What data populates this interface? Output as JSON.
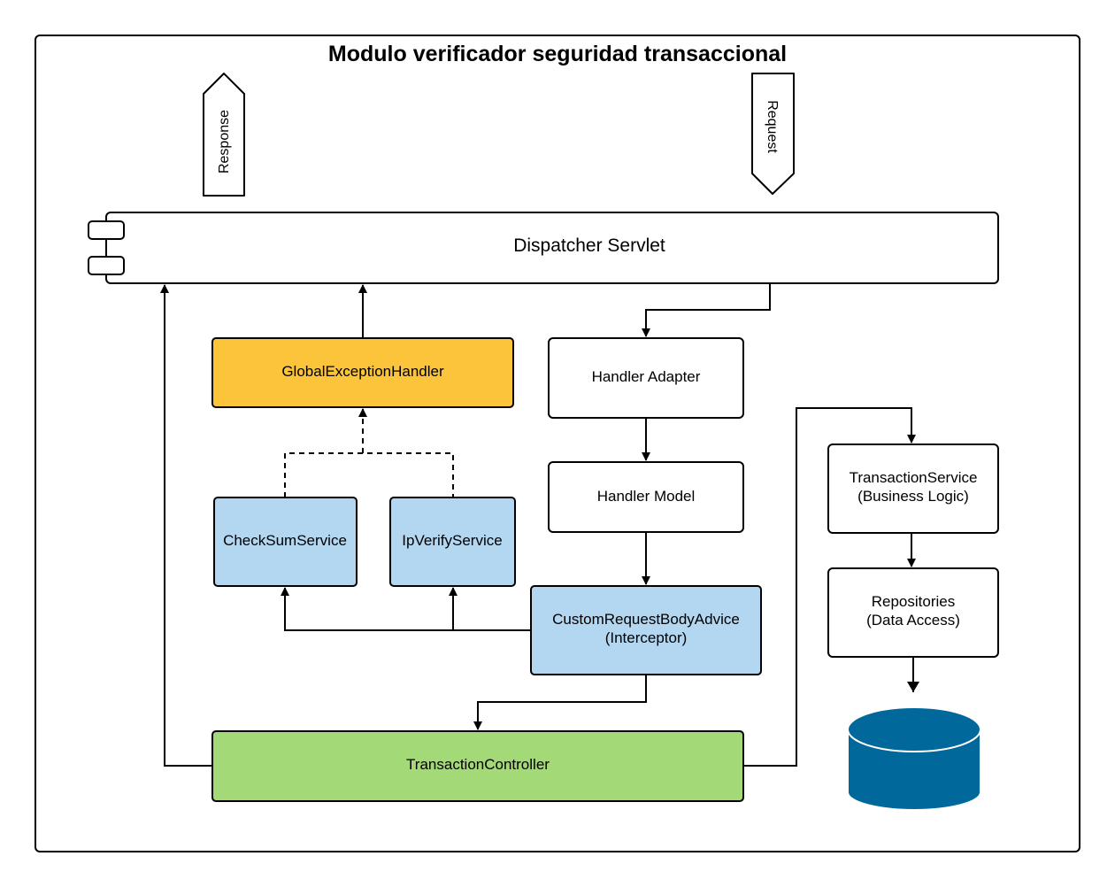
{
  "title": "Modulo verificador seguridad transaccional",
  "colors": {
    "frame": "#000000",
    "exception_handler": "#fbc43b",
    "service_blue": "#b3d6f1",
    "controller_green": "#a3d977",
    "database": "#00689b",
    "box_white": "#ffffff"
  },
  "nodes": {
    "response": "Response",
    "request": "Request",
    "dispatcher": "Dispatcher Servlet",
    "handler_adapter": "Handler Adapter",
    "handler_model": "Handler Model",
    "global_exception_handler": "GlobalExceptionHandler",
    "checksum_service": "CheckSumService",
    "ipverify_service": "IpVerifyService",
    "custom_advice": {
      "line1": "CustomRequestBodyAdvice",
      "line2": "(Interceptor)"
    },
    "transaction_controller": "TransactionController",
    "transaction_service": {
      "line1": "TransactionService",
      "line2": "(Business Logic)"
    },
    "repositories": {
      "line1": "Repositories",
      "line2": "(Data Access)"
    }
  }
}
